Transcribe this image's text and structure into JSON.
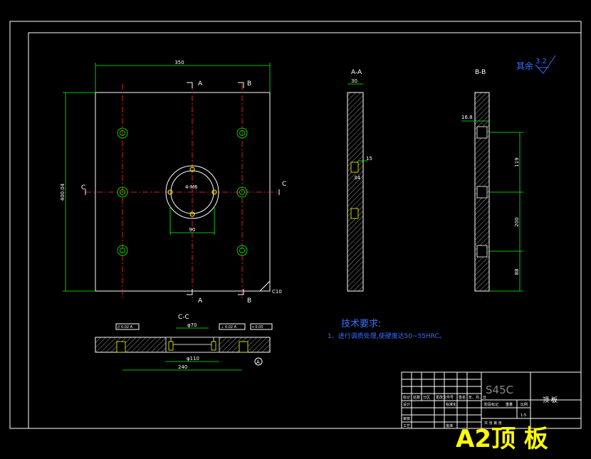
{
  "plan": {
    "width_dim": "350",
    "height_dim": "400.04",
    "center_label": "4-M6",
    "bore_dim": "90",
    "chamfer": "C10",
    "section_a": "A",
    "section_b": "B",
    "section_c": "C"
  },
  "section_aa": {
    "title": "A-A",
    "dims": [
      "30",
      "15",
      "34"
    ]
  },
  "section_bb": {
    "title": "B-B",
    "dims": [
      "16.8",
      "119",
      "200",
      "88"
    ]
  },
  "section_cc": {
    "title": "C-C",
    "dims": [
      "φ70",
      "φ110",
      "240"
    ],
    "tol1": "// 0.02 A",
    "tol2": "⊥ 0.02 A",
    "tol3": "⌖ 0.05",
    "datum": "A"
  },
  "roughness": {
    "prefix": "其余",
    "value": "3.2"
  },
  "tech_req": {
    "title": "技术要求:",
    "item": "1、进行调质处理,使硬度达50~55HRC。"
  },
  "title_block": {
    "material": "S45C",
    "part_name": "顶 板",
    "scale": "1:5",
    "cells": [
      "标记",
      "处数",
      "分区",
      "更改文件号",
      "签名",
      "年、月、日",
      "设计",
      "标准化",
      "阶段标记",
      "重量",
      "比例",
      "审核",
      "工艺",
      "批准",
      "共 张 第 张"
    ]
  },
  "banner": "A2顶 板"
}
